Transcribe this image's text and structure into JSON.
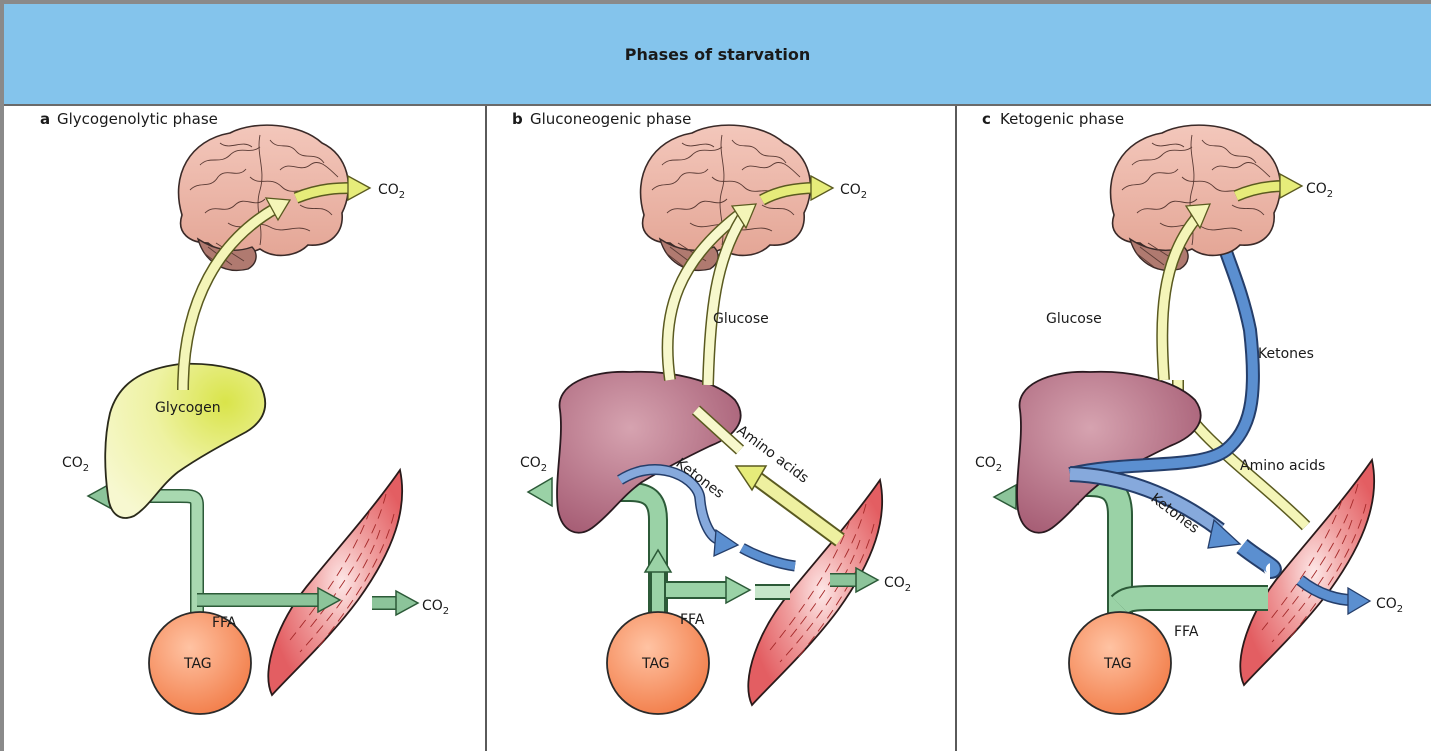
{
  "header": {
    "title": "Phases of starvation"
  },
  "panels": [
    {
      "letter": "a",
      "title": "Glycogenolytic phase",
      "labels": {
        "glycogen": "Glycogen",
        "ffa": "FFA",
        "tag": "TAG",
        "co2": "CO",
        "co2_sub": "2"
      }
    },
    {
      "letter": "b",
      "title": "Gluconeogenic phase",
      "labels": {
        "glucose": "Glucose",
        "amino_acids": "Amino acids",
        "ketones": "Ketones",
        "ffa": "FFA",
        "tag": "TAG",
        "co2": "CO",
        "co2_sub": "2"
      }
    },
    {
      "letter": "c",
      "title": "Ketogenic phase",
      "labels": {
        "glucose": "Glucose",
        "ketones_up": "Ketones",
        "ketones_down": "Ketones",
        "amino_acids": "Amino acids",
        "ffa": "FFA",
        "tag": "TAG",
        "co2": "CO",
        "co2_sub": "2"
      }
    }
  ],
  "colors": {
    "header": "#84c4ec",
    "glucose_arrow": "#eef0a0",
    "ffa_arrow": "#8dc79a",
    "ketone_arrow": "#5b8fd0",
    "liver": "#b06a80",
    "liver_glycogen": "#e6ec8c",
    "tag": "#f48c5c",
    "muscle": "#ea6f6f",
    "brain": "#ebb6a8"
  }
}
